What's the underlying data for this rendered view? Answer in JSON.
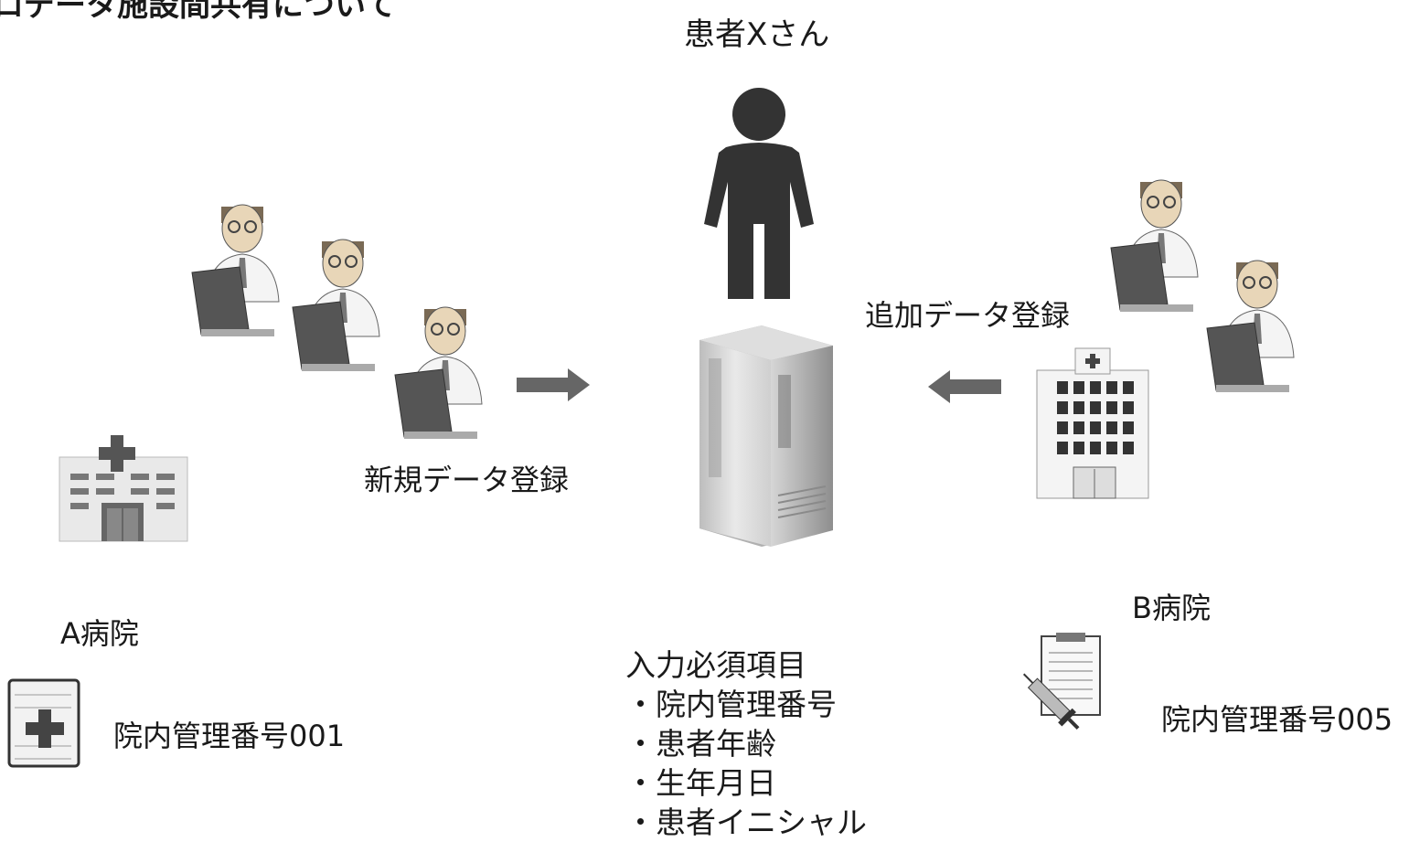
{
  "diagram": {
    "title_fragment": "ロデータ施設間共有について",
    "patient_label": "患者Xさん",
    "arrow_left_label": "新規データ登録",
    "arrow_right_label": "追加データ登録",
    "hospital_a": {
      "name": "A病院",
      "id_label": "院内管理番号001"
    },
    "hospital_b": {
      "name": "B病院",
      "id_label": "院内管理番号005"
    },
    "required": {
      "heading": "入力必須項目",
      "items": [
        "・院内管理番号",
        "・患者年齢",
        "・生年月日",
        "・患者イニシャル"
      ]
    }
  }
}
